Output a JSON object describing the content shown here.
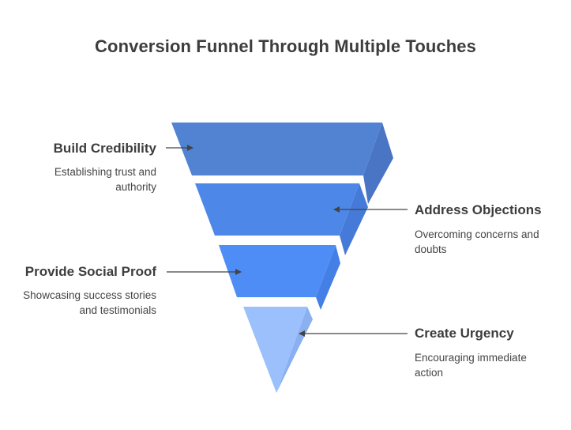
{
  "title": "Conversion Funnel Through Multiple Touches",
  "colors": {
    "stage1_front": "#5283d3",
    "stage1_side": "#4a74c4",
    "stage2_front": "#4d87e8",
    "stage2_side": "#467ad8",
    "stage3_front": "#4e8df6",
    "stage3_side": "#447fe6",
    "stage4_front": "#9cc0fc",
    "stage4_side": "#8ab0f2",
    "arrow": "#444444"
  },
  "stages": [
    {
      "label": "Build Credibility",
      "description": "Establishing trust and authority"
    },
    {
      "label": "Address Objections",
      "description": "Overcoming concerns and doubts"
    },
    {
      "label": "Provide Social Proof",
      "description": "Showcasing success stories and testimonials"
    },
    {
      "label": "Create Urgency",
      "description": "Encouraging immediate action"
    }
  ]
}
